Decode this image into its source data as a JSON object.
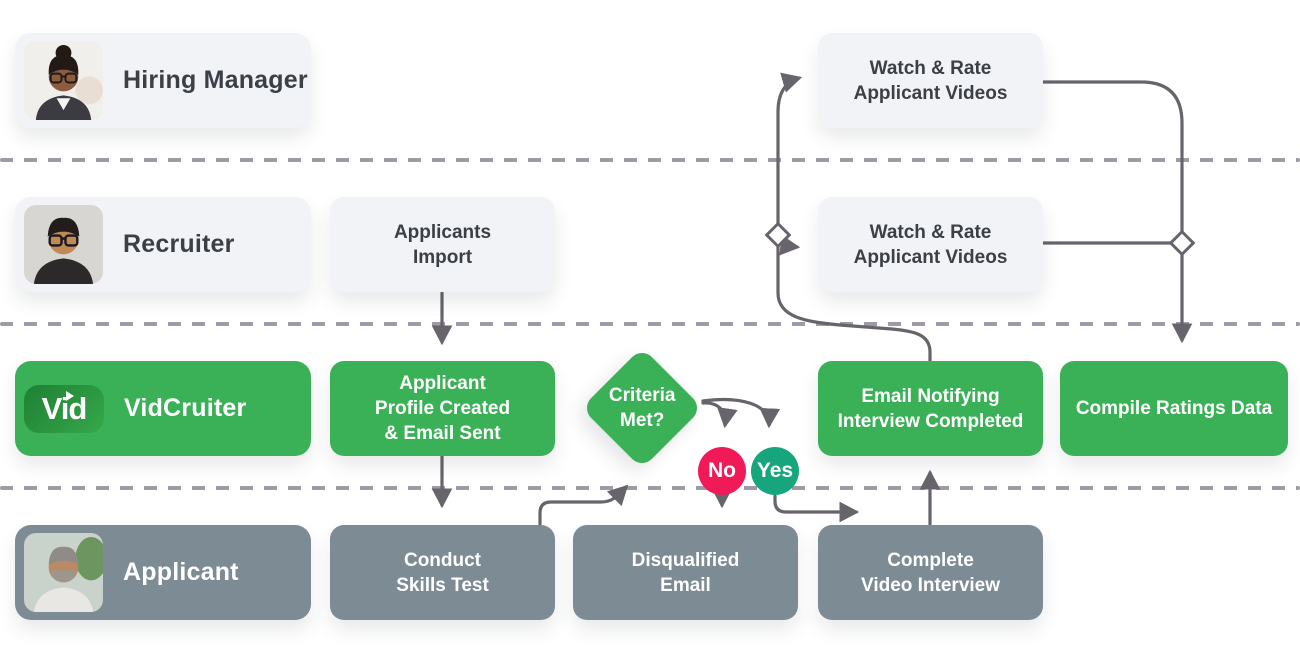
{
  "lanes": {
    "hiring_manager": {
      "label": "Hiring Manager"
    },
    "recruiter": {
      "label": "Recruiter"
    },
    "vidcruiter": {
      "label": "VidCruiter",
      "logo_text": "Vid"
    },
    "applicant": {
      "label": "Applicant"
    }
  },
  "nodes": {
    "watch_rate_hm": {
      "label": "Watch & Rate\nApplicant Videos"
    },
    "applicants_import": {
      "label": "Applicants\nImport"
    },
    "watch_rate_recruiter": {
      "label": "Watch & Rate\nApplicant Videos"
    },
    "profile_created": {
      "label": "Applicant\nProfile Created\n& Email Sent"
    },
    "criteria_met": {
      "label": "Criteria\nMet?"
    },
    "no_badge": {
      "label": "No"
    },
    "yes_badge": {
      "label": "Yes"
    },
    "email_notifying": {
      "label": "Email Notifying\nInterview Completed"
    },
    "compile_ratings": {
      "label": "Compile Ratings Data"
    },
    "conduct_skills": {
      "label": "Conduct\nSkills Test"
    },
    "disqualified_email": {
      "label": "Disqualified\nEmail"
    },
    "complete_video": {
      "label": "Complete\nVideo Interview"
    }
  },
  "colors": {
    "green": "#3bb157",
    "gray": "#7d8b95",
    "light_box": "#f2f3f7",
    "no_red": "#ef1a57",
    "yes_teal": "#16a57c",
    "connector": "#67646b",
    "divider": "#80798a",
    "text_dark": "#3b4046"
  }
}
